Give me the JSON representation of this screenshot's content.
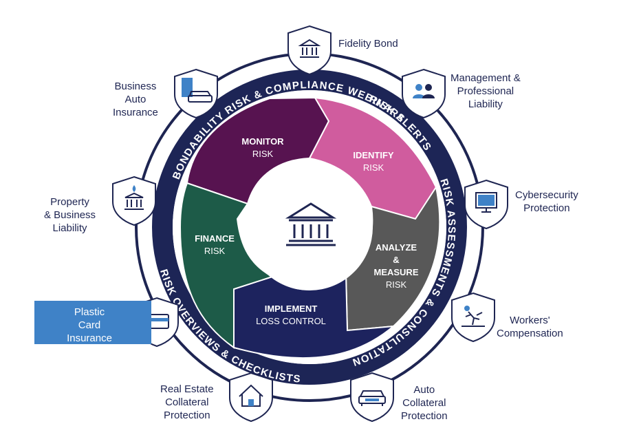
{
  "center_icon": "bank-icon",
  "ring_text": {
    "top": "RISK & COMPLIANCE WEBINARS",
    "right_upper": "RISK ALERTS",
    "right_lower": "RISK ASSESSMENTS & CONSULTATION",
    "bottom": "RISK OVERVIEWS & CHECKLISTS",
    "left": "BONDABILITY"
  },
  "segments": [
    {
      "id": "monitor",
      "title": "MONITOR",
      "subtitle": "RISK",
      "color": "#571350"
    },
    {
      "id": "identify",
      "title": "IDENTIFY",
      "subtitle": "RISK",
      "color": "#d05c9e"
    },
    {
      "id": "analyze",
      "title_lines": [
        "ANALYZE",
        "&",
        "MEASURE"
      ],
      "subtitle": "RISK",
      "color": "#585858"
    },
    {
      "id": "implement",
      "title": "IMPLEMENT",
      "subtitle": "LOSS CONTROL",
      "color": "#1d235e"
    },
    {
      "id": "finance",
      "title": "FINANCE",
      "subtitle": "RISK",
      "color": "#1d5b48"
    }
  ],
  "products": {
    "fidelity": {
      "lines": [
        "Fidelity Bond"
      ],
      "icon": "bank-icon"
    },
    "management": {
      "lines": [
        "Management &",
        "Professional",
        "Liability"
      ],
      "icon": "people-icon"
    },
    "cyber": {
      "lines": [
        "Cybersecurity",
        "Protection"
      ],
      "icon": "monitor-icon"
    },
    "workers": {
      "lines": [
        "Workers'",
        "Compensation"
      ],
      "icon": "falling-person-icon"
    },
    "auto_collateral": {
      "lines": [
        "Auto",
        "Collateral",
        "Protection"
      ],
      "icon": "car-icon"
    },
    "real_estate": {
      "lines": [
        "Real Estate",
        "Collateral",
        "Protection"
      ],
      "icon": "house-icon"
    },
    "plastic_card": {
      "lines": [
        "Plastic",
        "Card",
        "Insurance"
      ],
      "icon": "credit-card-icon",
      "highlight_color": "#3f82c7"
    },
    "property": {
      "lines": [
        "Property",
        "& Business",
        "Liability"
      ],
      "icon": "burning-building-icon"
    },
    "business_auto": {
      "lines": [
        "Business",
        "Auto",
        "Insurance"
      ],
      "icon": "building-car-icon"
    }
  },
  "colors": {
    "navy": "#1e2552",
    "ring": "#1d2556",
    "highlight": "#3f82c7"
  }
}
